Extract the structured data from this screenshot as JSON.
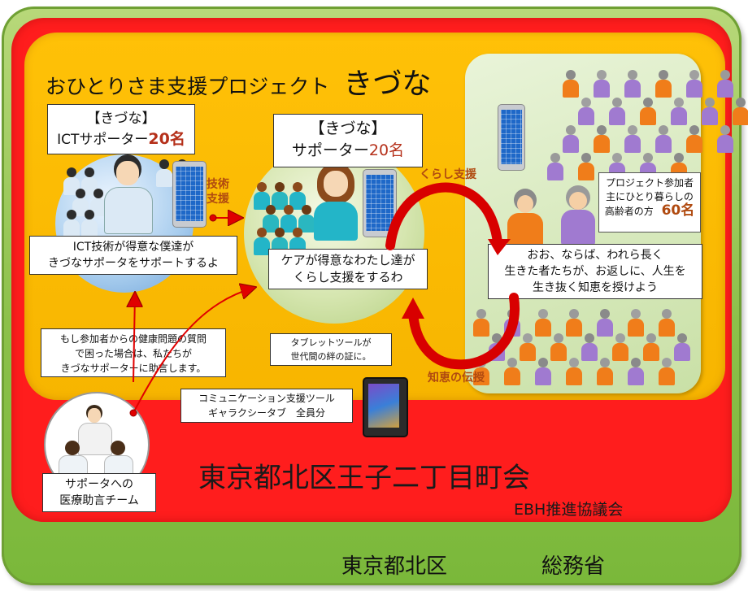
{
  "project_title": "おひとりさま支援プロジェクト",
  "project_name": "きづな",
  "ict_box": {
    "line1": "【きづな】",
    "line2_prefix": "ICTサポーター",
    "line2_count": "20名"
  },
  "supporter_box": {
    "line1": "【きづな】",
    "line2_prefix": "サポーター",
    "line2_count": "20名"
  },
  "tech_support_label": [
    "技術",
    "支援"
  ],
  "life_support_label": "くらし支援",
  "wisdom_label": "知恵の伝授",
  "participants_box": {
    "line1": "プロジェクト参加者",
    "line2": "主にひとり暮らしの",
    "line3_prefix": "高齢者の方",
    "line3_count": "60名"
  },
  "ict_speech": [
    "ICT技術が得意な僕達が",
    "きづなサポータをサポートするよ"
  ],
  "care_speech": [
    "ケアが得意なわたし達が",
    "くらし支援をするわ"
  ],
  "elder_speech": [
    "おお、ならば、われら長く",
    "生きた者たちが、お返しに、人生を",
    "生き抜く知恵を授けよう"
  ],
  "medical_speech": [
    "もし参加者からの健康問題の質問",
    "で困った場合は、私たちが",
    "きづなサポーターに助言します。"
  ],
  "tablet_box": [
    "タブレットツールが",
    "世代間の絆の証に。"
  ],
  "comm_box": [
    "コミュニケーション支援ツール",
    "ギャラクシータブ　全員分"
  ],
  "doctor_team": [
    "サポータへの",
    "医療助言チーム"
  ],
  "town_assoc": "東京都北区王子二丁目町会",
  "ebh": "EBH推進協議会",
  "bottom_left": "東京都北区",
  "bottom_right": "総務省",
  "colors": {
    "outer": "#8cc04a",
    "red": "#ff1d1d",
    "yellow": "#ffc107",
    "accent": "#b5301a",
    "arrow": "#e00000"
  }
}
